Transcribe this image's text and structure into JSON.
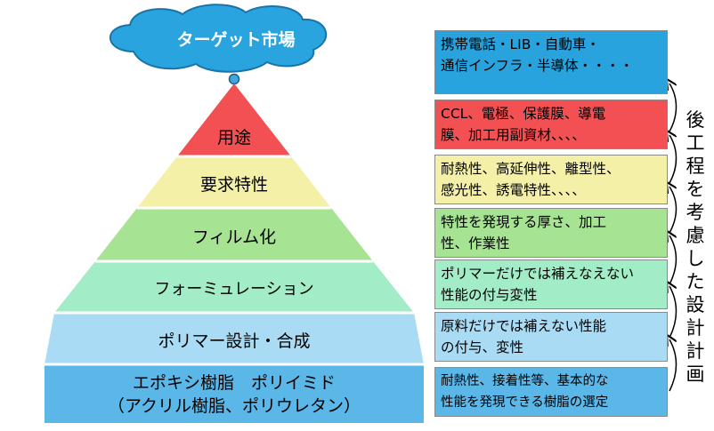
{
  "cloud": {
    "label": "ターゲット市場"
  },
  "pyramid": [
    {
      "label": "用途",
      "color": "#f25052"
    },
    {
      "label": "要求特性",
      "color": "#f5f0a8"
    },
    {
      "label": "フィルム化",
      "color": "#a6e392"
    },
    {
      "label": "フォーミュレーション",
      "color": "#a2ecc8"
    },
    {
      "label": "ポリマー設計・合成",
      "color": "#a9dcf4"
    },
    {
      "label_line1": "エポキシ樹脂　ポリイミド",
      "label_line2": "（アクリル樹脂、ポリウレタン）",
      "color": "#5ab7e8"
    }
  ],
  "boxes": [
    {
      "line1": "携帯電話・LIB・自動車・",
      "line2": "通信インフラ・半導体・・・・",
      "color": "#29a3de"
    },
    {
      "line1": "CCL、電極、保護膜、導電",
      "line2": "膜、加工用副資材、、、、",
      "color": "#f25052"
    },
    {
      "line1": "耐熱性、高延伸性、離型性、",
      "line2": "感光性、誘電特性、、、、",
      "color": "#f5f0a8"
    },
    {
      "line1": "特性を発現する厚さ、加工",
      "line2": "性、作業性",
      "color": "#a6e392"
    },
    {
      "line1": "ポリマーだけでは補えなえない",
      "line2": "性能の付与変性",
      "color": "#a2ecc8"
    },
    {
      "line1": "原料だけでは補えない性能",
      "line2": "の付与、変性",
      "color": "#a9dcf4"
    },
    {
      "line1": "耐熱性、接着性等、基本的な",
      "line2": "性能を発現できる樹脂の選定",
      "color": "#5ab7e8"
    }
  ],
  "side_label": "後工程を考慮した設計計画"
}
